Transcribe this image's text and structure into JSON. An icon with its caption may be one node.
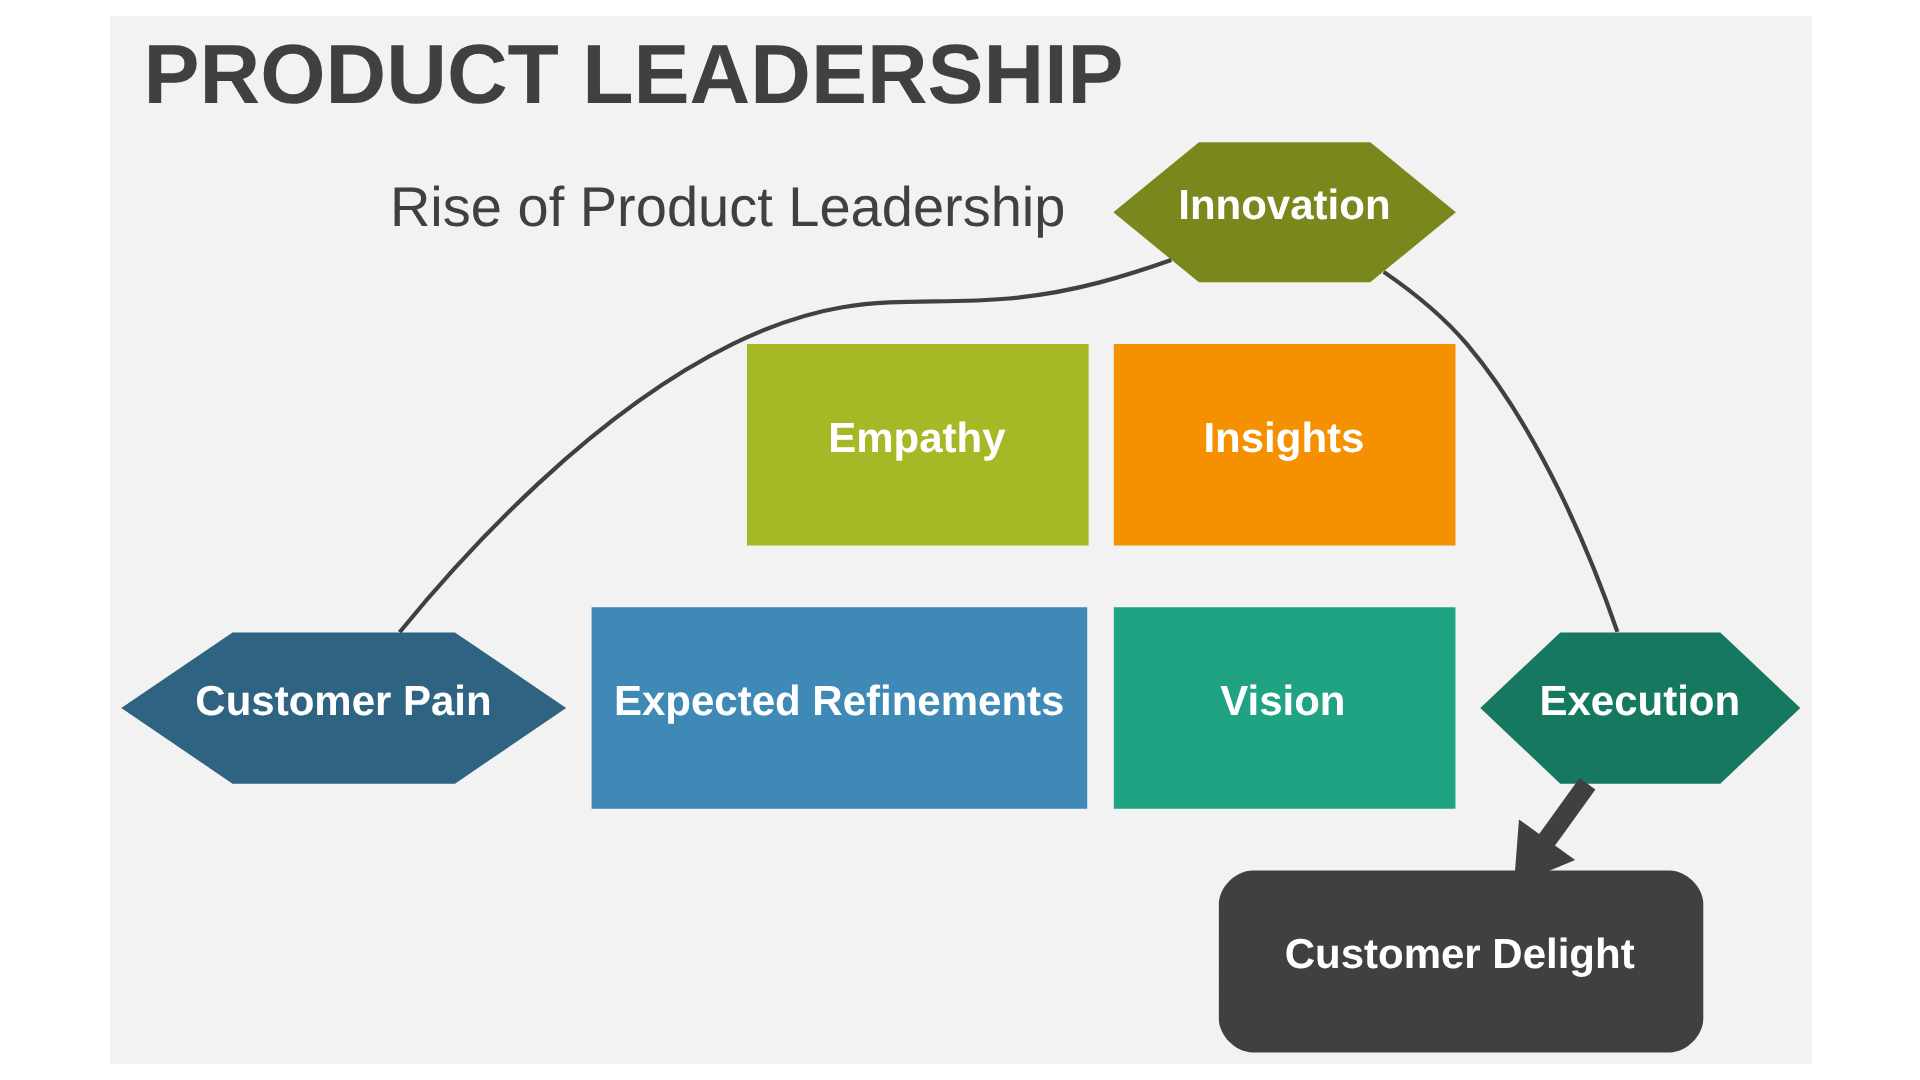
{
  "diagram": {
    "title": "PRODUCT LEADERSHIP",
    "nodes": [
      {
        "text": [
          "Customer Pain"
        ]
      },
      {
        "text": [
          "Expected Refinements"
        ]
      },
      {
        "text": [
          "Empathy"
        ]
      },
      {
        "text": [
          "Innovation"
        ]
      },
      {
        "text": [
          "Insights"
        ]
      },
      {
        "text": [
          "Vision"
        ]
      },
      {
        "text": [
          "Execution"
        ]
      },
      {
        "text": [
          "Customer Delight"
        ]
      }
    ],
    "edges": [
      {
        "from": 0,
        "to": 3,
        "arrow": "none"
      },
      {
        "from": 3,
        "to": 6,
        "arrow": "none"
      },
      {
        "from": 6,
        "to": 7,
        "arrow": "to",
        "style": "thick",
        "color": "#404040"
      }
    ],
    "labels": [
      "Rise of Product Leadership"
    ]
  }
}
